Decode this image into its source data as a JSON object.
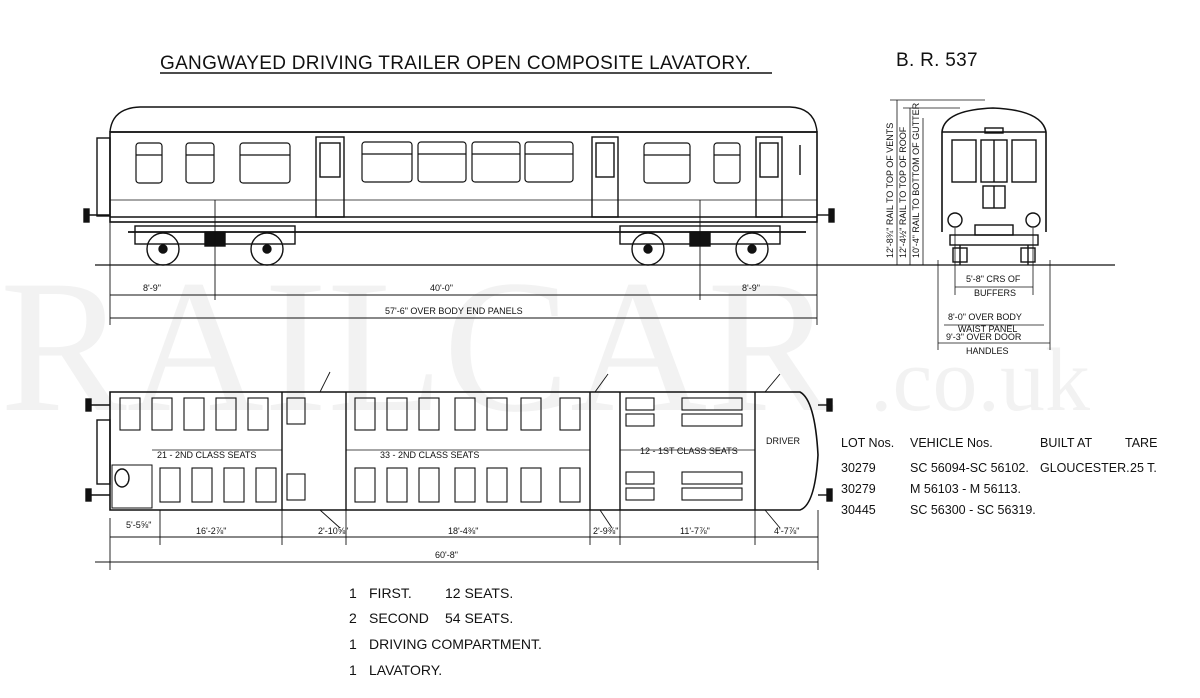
{
  "title": "GANGWAYED DRIVING TRAILER OPEN COMPOSITE LAVATORY.",
  "diagram_number": "B. R. 537",
  "watermark": {
    "main": "RAILCAR",
    "suffix": ".co.uk"
  },
  "side_elevation": {
    "dims": {
      "left_bogie": "8'-9\"",
      "bogie_centres": "40'-0\"",
      "right_bogie": "8'-9\"",
      "over_body": "57'-6\" OVER BODY END PANELS"
    }
  },
  "end_elevation": {
    "height_labels": [
      "12'-8¾\" RAIL TO TOP OF VENTS",
      "12'-4½\" RAIL TO TOP OF ROOF",
      "10'-4\" RAIL TO BOTTOM OF GUTTER"
    ],
    "buffer_label_1": "5'-8\" CRS OF",
    "buffer_label_2": "BUFFERS",
    "width_label_1": "8'-0\" OVER BODY",
    "width_label_2": "WAIST PANEL",
    "width_label_3": "9'-3\" OVER DOOR",
    "width_label_4": "HANDLES"
  },
  "plan": {
    "labels": {
      "second_left": "21 - 2ND CLASS SEATS",
      "second_mid": "33 - 2ND CLASS SEATS",
      "first": "12 - 1ST CLASS SEATS",
      "driver": "DRIVER"
    },
    "dims": {
      "d1": "5'-5⅝\"",
      "d2": "16'-2⅞\"",
      "d3": "2'-10⅝\"",
      "d4": "18'-4⅜\"",
      "d5": "2'-9⅜\"",
      "d6": "11'-7⅞\"",
      "d7": "4'-7⅞\"",
      "overall": "60'-8\""
    }
  },
  "accommodation": [
    {
      "count": "1",
      "text": "FIRST.",
      "extra": "12 SEATS."
    },
    {
      "count": "2",
      "text": "SECOND",
      "extra": "54 SEATS."
    },
    {
      "count": "1",
      "text": "DRIVING COMPARTMENT.",
      "extra": ""
    },
    {
      "count": "1",
      "text": "LAVATORY.",
      "extra": ""
    }
  ],
  "lot_table": {
    "headers": [
      "LOT Nos.",
      "VEHICLE Nos.",
      "BUILT AT",
      "TARE"
    ],
    "rows": [
      [
        "30279",
        "SC 56094-SC 56102.",
        "GLOUCESTER.",
        "25 T."
      ],
      [
        "30279",
        "M 56103 - M 56113.",
        "",
        ""
      ],
      [
        "30445",
        "SC 56300 - SC 56319.",
        "",
        ""
      ]
    ]
  }
}
